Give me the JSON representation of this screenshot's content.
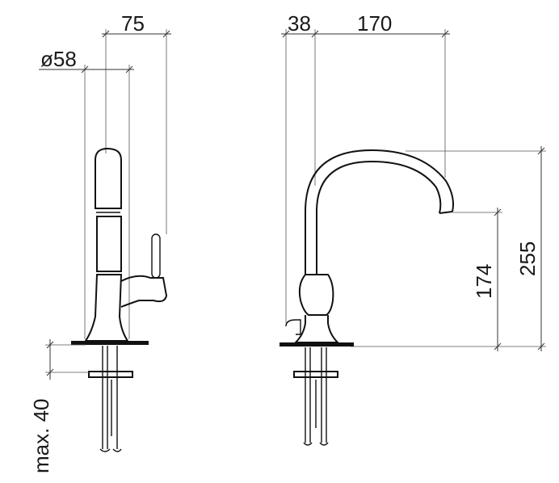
{
  "dimensions": {
    "side_view": {
      "width_75": "75",
      "diameter_58": "ø58",
      "max_40": "max. 40"
    },
    "front_view": {
      "offset_38": "38",
      "reach_170": "170",
      "spout_height_174": "174",
      "total_height_255": "255"
    }
  },
  "colors": {
    "line": "#111111",
    "background": "#ffffff"
  }
}
